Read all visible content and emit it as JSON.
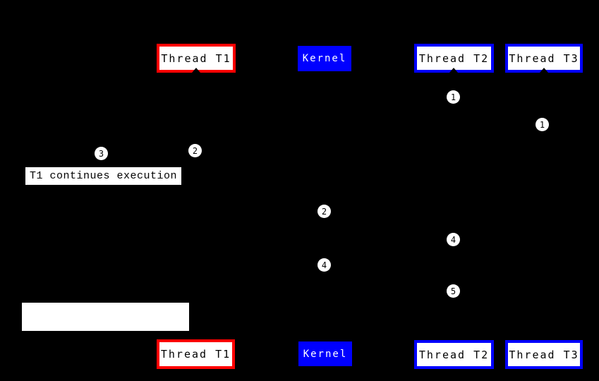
{
  "palette": {
    "background": "#000000",
    "thread_t1_border": "#ff0000",
    "thread_t2_t3_border": "#0000ff",
    "kernel_fill": "#0000ff",
    "box_fill": "#ffffff",
    "box_text": "#000000",
    "kernel_text": "#ffffff",
    "circle_fill": "#ffffff",
    "circle_text": "#000000"
  },
  "boxes": {
    "thread_t1": "Thread T1",
    "kernel": "Kernel",
    "thread_t2": "Thread T2",
    "thread_t3": "Thread T3"
  },
  "steps": [
    {
      "n": "1"
    },
    {
      "n": "1"
    },
    {
      "n": "2"
    },
    {
      "n": "3"
    },
    {
      "n": "2"
    },
    {
      "n": "4"
    },
    {
      "n": "4"
    },
    {
      "n": "5"
    }
  ],
  "annotation": {
    "text": "T1 continues execution"
  }
}
